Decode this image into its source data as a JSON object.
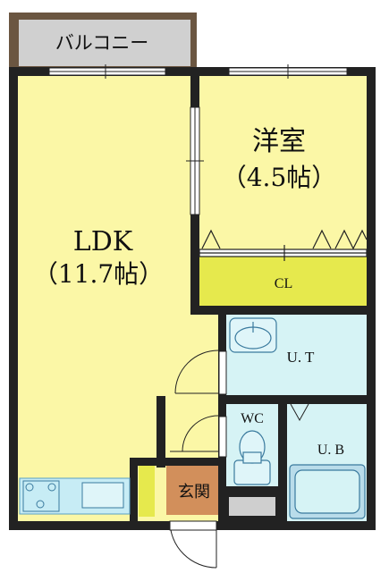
{
  "rooms": {
    "balcony": {
      "label": "バルコニー"
    },
    "western_room": {
      "name": "洋室",
      "size": "（4.5帖）"
    },
    "ldk": {
      "name": "LDK",
      "size": "（11.7帖）"
    },
    "closet": {
      "label": "CL"
    },
    "utility": {
      "label": "U. T"
    },
    "toilet": {
      "label": "WC"
    },
    "bath": {
      "label": "U. B"
    },
    "entrance": {
      "label": "玄関"
    }
  },
  "colors": {
    "wall": "#222222",
    "ldk_floor": "#fbf7a6",
    "western_floor": "#fbf7a6",
    "closet_floor": "#e6e94d",
    "wet_area": "#d6f3f5",
    "entrance_floor": "#d28f5b",
    "balcony": "#d0d0d0",
    "balcony_border": "#6b5641",
    "fixture": "#5aa0c4"
  }
}
